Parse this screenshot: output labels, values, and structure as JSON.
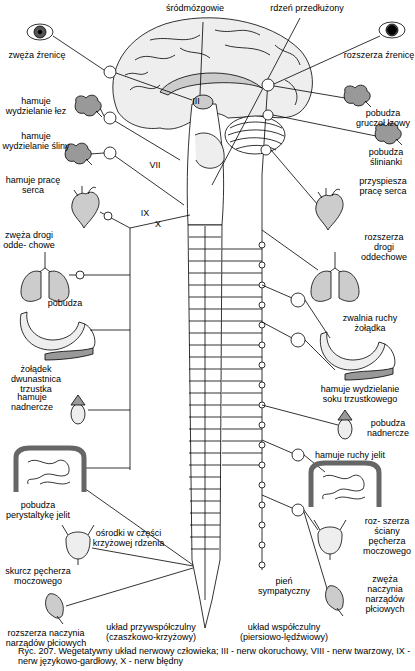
{
  "diagram": {
    "caption": "Ryc. 207. Wegetatywny układ nerwowy człowieka; III - nerw okoruchowy, VIII - nerw twarzowy, IX - nerw językowo-gardłowy, X - nerw błędny",
    "labels": [
      "śródmózgowie",
      "rdzeń przedłużony",
      "zwęża źrenicę",
      "rozszerza źrenicę",
      "hamuje wydzielanie łez",
      "III",
      "pobudza gruczoł łzowy",
      "hamuje wydzielanie śliny",
      "pobudza ślinianki",
      "VII",
      "hamuje pracę serca",
      "przyspiesza pracę serca",
      "IX",
      "X",
      "zwęża drogi odde- chowe",
      "rozszerza drogi oddechowe",
      "pobudza",
      "zwalnia ruchy żołądka",
      "żołądek dwunastnica trzustka",
      "hamuje wydzielanie soku trzustkowego",
      "hamuje nadnercze",
      "pobudza nadnercze",
      "hamuje ruchy jelit",
      "pobudza perystaltykę jelit",
      "roz- szerza ściany pęcherza moczowego",
      "ośrodki w części krzyżowej rdzenia",
      "skurcz pęcherza moczowego",
      "pień sympatyczny",
      "zwęża naczynia narządów płciowych",
      "rozszerza naczynia narządów płciowych",
      "układ przywspółczulny (czaszkowo-krzyżowy)",
      "układ współczulny (piersiowo-lędźwiowy)"
    ]
  }
}
